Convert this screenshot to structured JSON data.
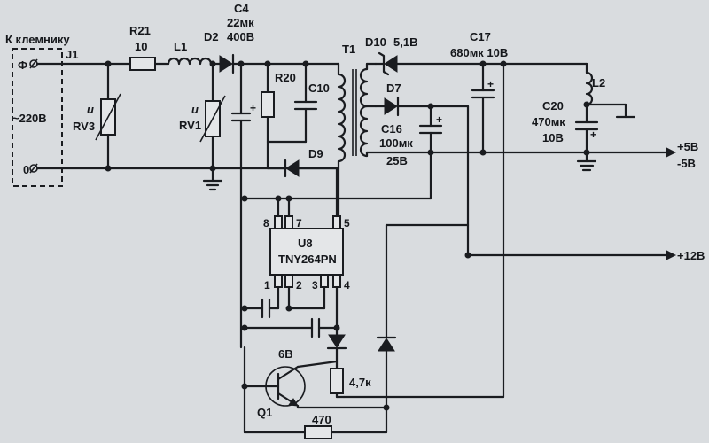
{
  "input": {
    "connector_label": "К клемнику",
    "phase_label": "Ф",
    "neutral_label": "0",
    "voltage_label": "~220В",
    "terminal": "J1"
  },
  "components": {
    "r21": {
      "ref": "R21",
      "value": "10"
    },
    "l1": {
      "ref": "L1"
    },
    "d2": {
      "ref": "D2"
    },
    "c4": {
      "ref": "C4",
      "value1": "22мк",
      "value2": "400В"
    },
    "rv3": {
      "ref": "RV3",
      "sym": "u"
    },
    "rv1": {
      "ref": "RV1",
      "sym": "u"
    },
    "r20": {
      "ref": "R20"
    },
    "c10": {
      "ref": "C10"
    },
    "d9": {
      "ref": "D9"
    },
    "t1": {
      "ref": "T1"
    },
    "d10": {
      "ref": "D10",
      "value": "5,1В"
    },
    "d7": {
      "ref": "D7"
    },
    "c16": {
      "ref": "C16",
      "value1": "100мк",
      "value2": "25В"
    },
    "c17": {
      "ref": "C17",
      "value": "680мк 10В"
    },
    "c20": {
      "ref": "C20",
      "value1": "470мк",
      "value2": "10В"
    },
    "l2": {
      "ref": "L2"
    },
    "u8": {
      "ref": "U8",
      "part": "TNY264PN",
      "pins": {
        "p1": "1",
        "p2": "2",
        "p3": "3",
        "p4": "4",
        "p5": "5",
        "p7": "7",
        "p8": "8"
      }
    },
    "q1": {
      "ref": "Q1",
      "value": "6В"
    },
    "r_47k": {
      "value": "4,7к"
    },
    "r_470": {
      "value": "470"
    }
  },
  "outputs": {
    "plus5": "+5В",
    "minus5": "-5В",
    "plus12": "+12В"
  },
  "polarity": {
    "plus": "+"
  }
}
